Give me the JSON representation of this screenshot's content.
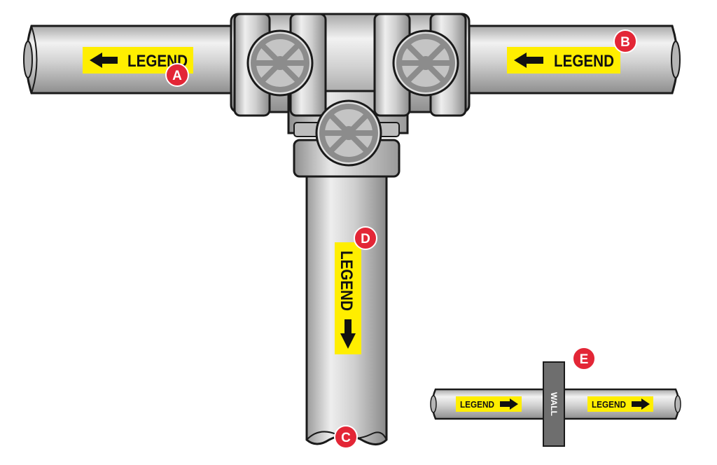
{
  "colors": {
    "pipe_light": "#e6e6e6",
    "pipe_mid": "#c9c9c9",
    "pipe_dark": "#9c9c9c",
    "outline": "#1a1a1a",
    "valve_gray": "#8c8c8c",
    "label_yellow": "#ffee00",
    "badge_red": "#e32636",
    "wall_gray": "#6e6e6e"
  },
  "labels": {
    "A": {
      "text": "LEGEND",
      "badge": "A",
      "arrow": "left"
    },
    "B": {
      "text": "LEGEND",
      "badge": "B",
      "arrow": "left"
    },
    "C": {
      "badge": "C"
    },
    "D": {
      "text": "LEGEND",
      "badge": "D",
      "arrow": "down"
    },
    "E": {
      "badge": "E",
      "wall": "WALL",
      "left_text": "LEGEND",
      "right_text": "LEGEND",
      "arrow": "right"
    }
  },
  "icons": {
    "valve": "handwheel-valve-icon",
    "arrow": "flow-arrow-icon"
  }
}
